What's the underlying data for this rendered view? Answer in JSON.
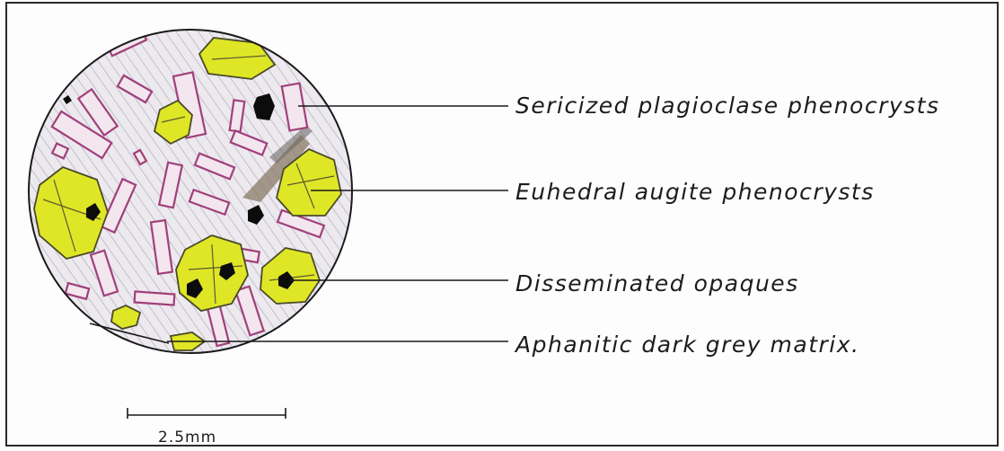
{
  "labels": {
    "plagioclase": "Sericized plagioclase phenocrysts",
    "augite": "Euhedral augite phenocrysts",
    "opaques": "Disseminated opaques",
    "matrix": "Aphanitic dark grey matrix."
  },
  "scale_bar": {
    "text": "2.5mm"
  },
  "colors": {
    "augite_fill": "#dfe626",
    "augite_outline": "#4a4a2a",
    "plagioclase_fill": "#f3e6ee",
    "plagioclase_stroke": "#a0407a",
    "matrix_base": "#e9e6ec",
    "opaque_fill": "#0c0c0c",
    "ink": "#1a1a1a"
  }
}
